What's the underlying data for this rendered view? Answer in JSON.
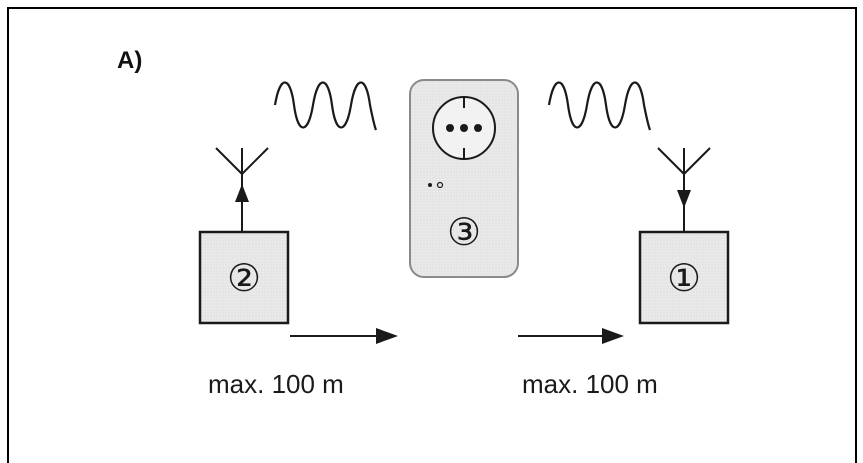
{
  "panel_label": "A)",
  "devices": {
    "transmitter": {
      "number": "②"
    },
    "repeater": {
      "number": "③"
    },
    "receiver": {
      "number": "①"
    }
  },
  "distances": {
    "left": "max. 100 m",
    "right": "max. 100 m"
  },
  "colors": {
    "line": "#1a1a1a",
    "box_fill": "#e6e6e6",
    "repeater_fill": "#e2e2e2",
    "repeater_stroke": "#888888"
  }
}
